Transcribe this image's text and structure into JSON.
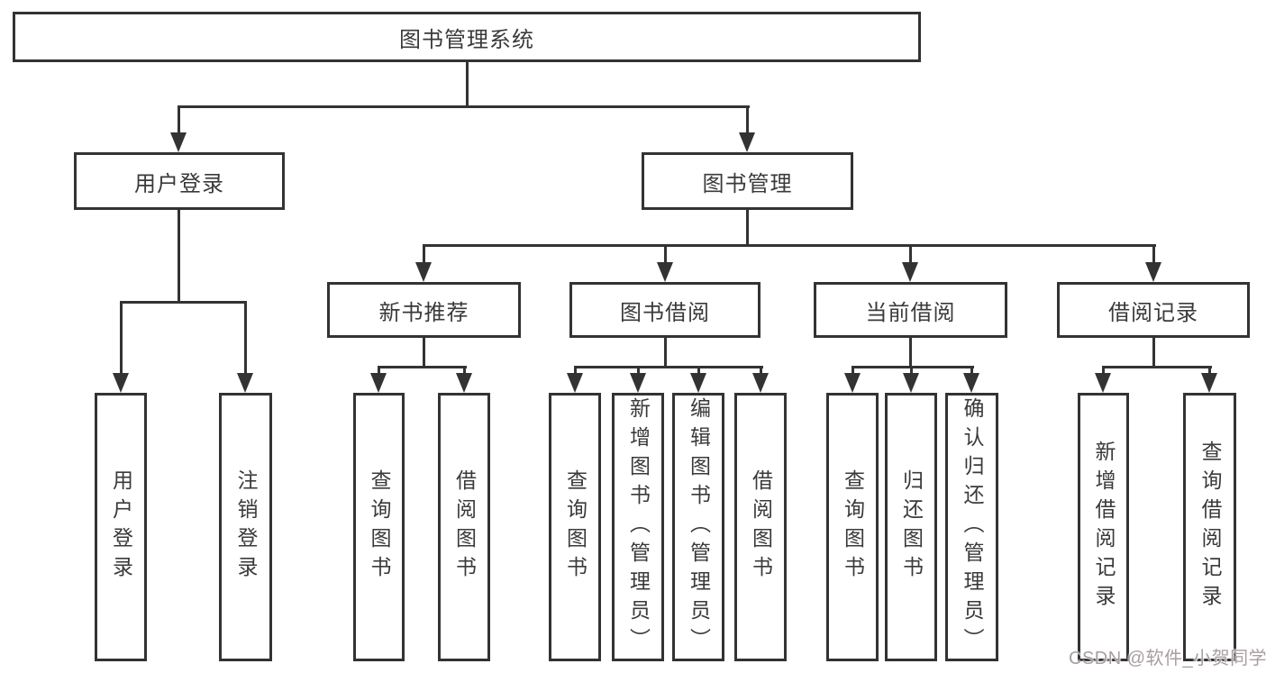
{
  "nodes": {
    "root": "图书管理系统",
    "user_login": "用户登录",
    "book_management": "图书管理",
    "new_book_recommend": "新书推荐",
    "book_borrow": "图书借阅",
    "current_borrow": "当前借阅",
    "borrow_records": "借阅记录",
    "leaf_login": "用户登录",
    "leaf_logout": "注销登录",
    "nbr_query_books": "查询图书",
    "nbr_borrow_books": "借阅图书",
    "bb_query_books": "查询图书",
    "bb_add_books": "新增图书（管理员）",
    "bb_edit_books": "编辑图书（管理员）",
    "bb_borrow_books": "借阅图书",
    "cb_query_books": "查询图书",
    "cb_return_books": "归还图书",
    "cb_confirm_return": "确认归还（管理员）",
    "br_add_record": "新增借阅记录",
    "br_query_record": "查询借阅记录"
  },
  "watermark": {
    "text": "CSDN @软件_小贺同学",
    "color": "#a89e9e"
  },
  "colors": {
    "line": "#333333",
    "node_border": "#333333",
    "text": "#3a3a3a",
    "background": "#ffffff"
  }
}
